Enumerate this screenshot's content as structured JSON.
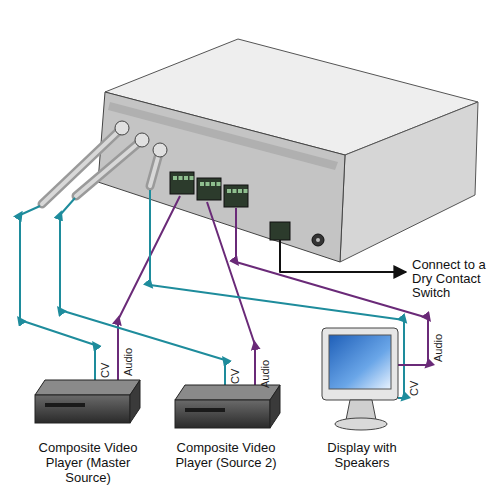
{
  "diagram": {
    "nodes": [
      {
        "text": [
          "Composite Video Player (Master Source)"
        ]
      },
      {
        "text": [
          "Composite Video Player (Source 2)"
        ]
      },
      {
        "text": [
          "Display with Speakers"
        ]
      }
    ],
    "labels": [
      "Connect to a Dry Contact Switch",
      "CV",
      "Audio",
      "CV",
      "Audio",
      "Audio",
      "CV"
    ]
  }
}
